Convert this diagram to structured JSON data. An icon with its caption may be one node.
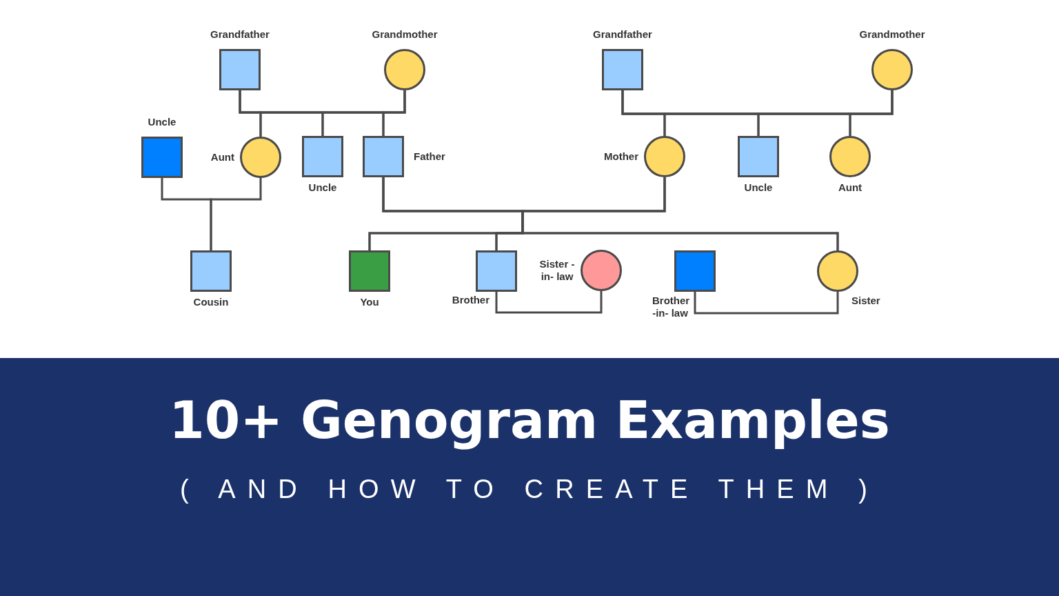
{
  "diagram": {
    "title": "10+ Genogram Examples",
    "nodes": [
      {
        "text": [],
        "shape": "box",
        "beside": [
          "Grandfather"
        ]
      },
      {
        "text": [],
        "shape": "circle",
        "beside": [
          "Grandmother"
        ]
      },
      {
        "text": [],
        "shape": "box",
        "beside": [
          "Grandfather"
        ]
      },
      {
        "text": [],
        "shape": "circle",
        "beside": [
          "Grandmother"
        ]
      },
      {
        "text": [],
        "shape": "box",
        "beside": [
          "Uncle"
        ]
      },
      {
        "text": [],
        "shape": "circle",
        "beside": [
          "Aunt"
        ]
      },
      {
        "text": [],
        "shape": "box",
        "beside": [
          "Uncle"
        ]
      },
      {
        "text": [],
        "shape": "box",
        "beside": [
          "Father"
        ]
      },
      {
        "text": [],
        "shape": "circle",
        "beside": [
          "Mother"
        ]
      },
      {
        "text": [],
        "shape": "box",
        "beside": [
          "Uncle"
        ]
      },
      {
        "text": [],
        "shape": "circle",
        "beside": [
          "Aunt"
        ]
      },
      {
        "text": [],
        "shape": "box",
        "beside": [
          "Cousin"
        ]
      },
      {
        "text": [],
        "shape": "box",
        "beside": [
          "You"
        ]
      },
      {
        "text": [],
        "shape": "box",
        "beside": [
          "Brother"
        ]
      },
      {
        "text": [],
        "shape": "circle",
        "beside": [
          "Sister -in- law"
        ]
      },
      {
        "text": [],
        "shape": "box",
        "beside": [
          "Brother -in- law"
        ]
      },
      {
        "text": [],
        "shape": "circle",
        "beside": [
          "Sister"
        ]
      }
    ],
    "edges": [
      {
        "from": 0,
        "to": 5,
        "arrow": "none"
      },
      {
        "from": 1,
        "to": 5,
        "arrow": "none"
      },
      {
        "from": 0,
        "to": 6,
        "arrow": "none"
      },
      {
        "from": 1,
        "to": 6,
        "arrow": "none"
      },
      {
        "from": 0,
        "to": 7,
        "arrow": "none"
      },
      {
        "from": 1,
        "to": 7,
        "arrow": "none"
      },
      {
        "from": 2,
        "to": 8,
        "arrow": "none"
      },
      {
        "from": 3,
        "to": 8,
        "arrow": "none"
      },
      {
        "from": 2,
        "to": 9,
        "arrow": "none"
      },
      {
        "from": 3,
        "to": 9,
        "arrow": "none"
      },
      {
        "from": 2,
        "to": 10,
        "arrow": "none"
      },
      {
        "from": 3,
        "to": 10,
        "arrow": "none"
      },
      {
        "from": 4,
        "to": 11,
        "arrow": "none"
      },
      {
        "from": 5,
        "to": 11,
        "arrow": "none"
      },
      {
        "from": 7,
        "to": 12,
        "arrow": "none"
      },
      {
        "from": 8,
        "to": 12,
        "arrow": "none"
      },
      {
        "from": 7,
        "to": 13,
        "arrow": "none"
      },
      {
        "from": 8,
        "to": 13,
        "arrow": "none"
      },
      {
        "from": 7,
        "to": 16,
        "arrow": "none"
      },
      {
        "from": 8,
        "to": 16,
        "arrow": "none"
      },
      {
        "from": 13,
        "to": 14,
        "arrow": "none"
      },
      {
        "from": 15,
        "to": 16,
        "arrow": "none"
      }
    ],
    "labels": [
      "( AND HOW TO CREATE THEM )"
    ]
  }
}
